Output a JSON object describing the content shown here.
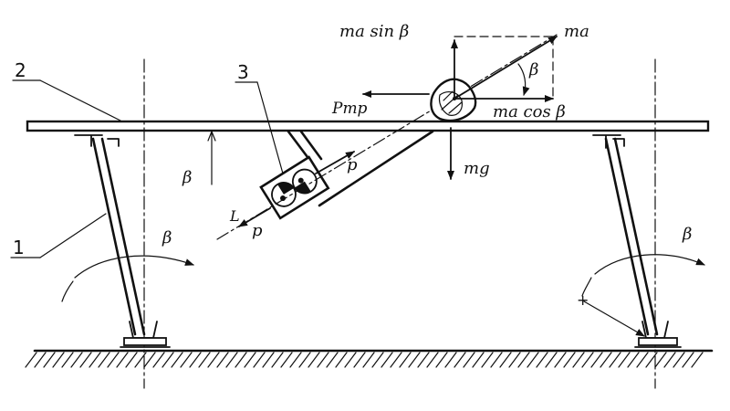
{
  "labels": {
    "part_1": "1",
    "part_2": "2",
    "part_3": "3",
    "ma_sin": "ma sin β",
    "ma": "ma",
    "beta_force": "β",
    "p_tr": "Pтр",
    "ma_cos": "ma cos β",
    "mg": "mg",
    "beta_platform": "β",
    "p_upper": "p",
    "p_lower": "p",
    "l_mark": "L",
    "beta_left": "β",
    "beta_right": "β",
    "plus_mark": "+"
  }
}
